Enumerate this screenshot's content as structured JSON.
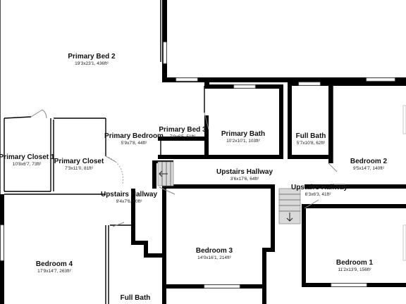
{
  "rooms": [
    {
      "id": "primary-bed-2",
      "name": "Primary Bed 2",
      "size": "19'3x23'1, 436ft²"
    },
    {
      "id": "primary-bed-3",
      "name": "Primary Bed 3",
      "size": "7'9x6'5, 51ft²"
    },
    {
      "id": "primary-bath",
      "name": "Primary Bath",
      "size": "10'2x10'1, 103ft²"
    },
    {
      "id": "full-bath-upper",
      "name": "Full Bath",
      "size": "5'7x10'8, 62ft²"
    },
    {
      "id": "bedroom-2",
      "name": "Bedroom 2",
      "size": "9'5x14'7, 140ft²"
    },
    {
      "id": "primary-bedroom",
      "name": "Primary Bedroom",
      "size": "5'9x7'8, 44ft²"
    },
    {
      "id": "primary-closet-1",
      "name": "Primary Closet 1",
      "size": "10'8x6'7, 73ft²"
    },
    {
      "id": "primary-closet",
      "name": "Primary Closet",
      "size": "7'3x11'0, 81ft²"
    },
    {
      "id": "upstairs-hallway-main",
      "name": "Upstairs Hallway",
      "size": "3'6x17'6, 64ft²"
    },
    {
      "id": "upstairs-hallway-right",
      "name": "Upstairs Hallway",
      "size": "6'3x6'3, 41ft²"
    },
    {
      "id": "upstairs-hallway-left",
      "name": "Upstairs Hallway",
      "size": "9'4x7'6, 60ft²"
    },
    {
      "id": "bedroom-4",
      "name": "Bedroom 4",
      "size": "17'9x14'7, 263ft²"
    },
    {
      "id": "bedroom-3",
      "name": "Bedroom 3",
      "size": "14'0x16'1, 214ft²"
    },
    {
      "id": "bedroom-1",
      "name": "Bedroom 1",
      "size": "11'2x13'9, 156ft²"
    },
    {
      "id": "full-bath-lower",
      "name": "Full Bath",
      "size": ""
    }
  ],
  "icons": {
    "stair_up": "arrow-left-icon",
    "stair_down": "arrow-down-icon"
  },
  "colors": {
    "wall": "#000000",
    "stair": "#d9d9d9",
    "background": "#ffffff"
  }
}
